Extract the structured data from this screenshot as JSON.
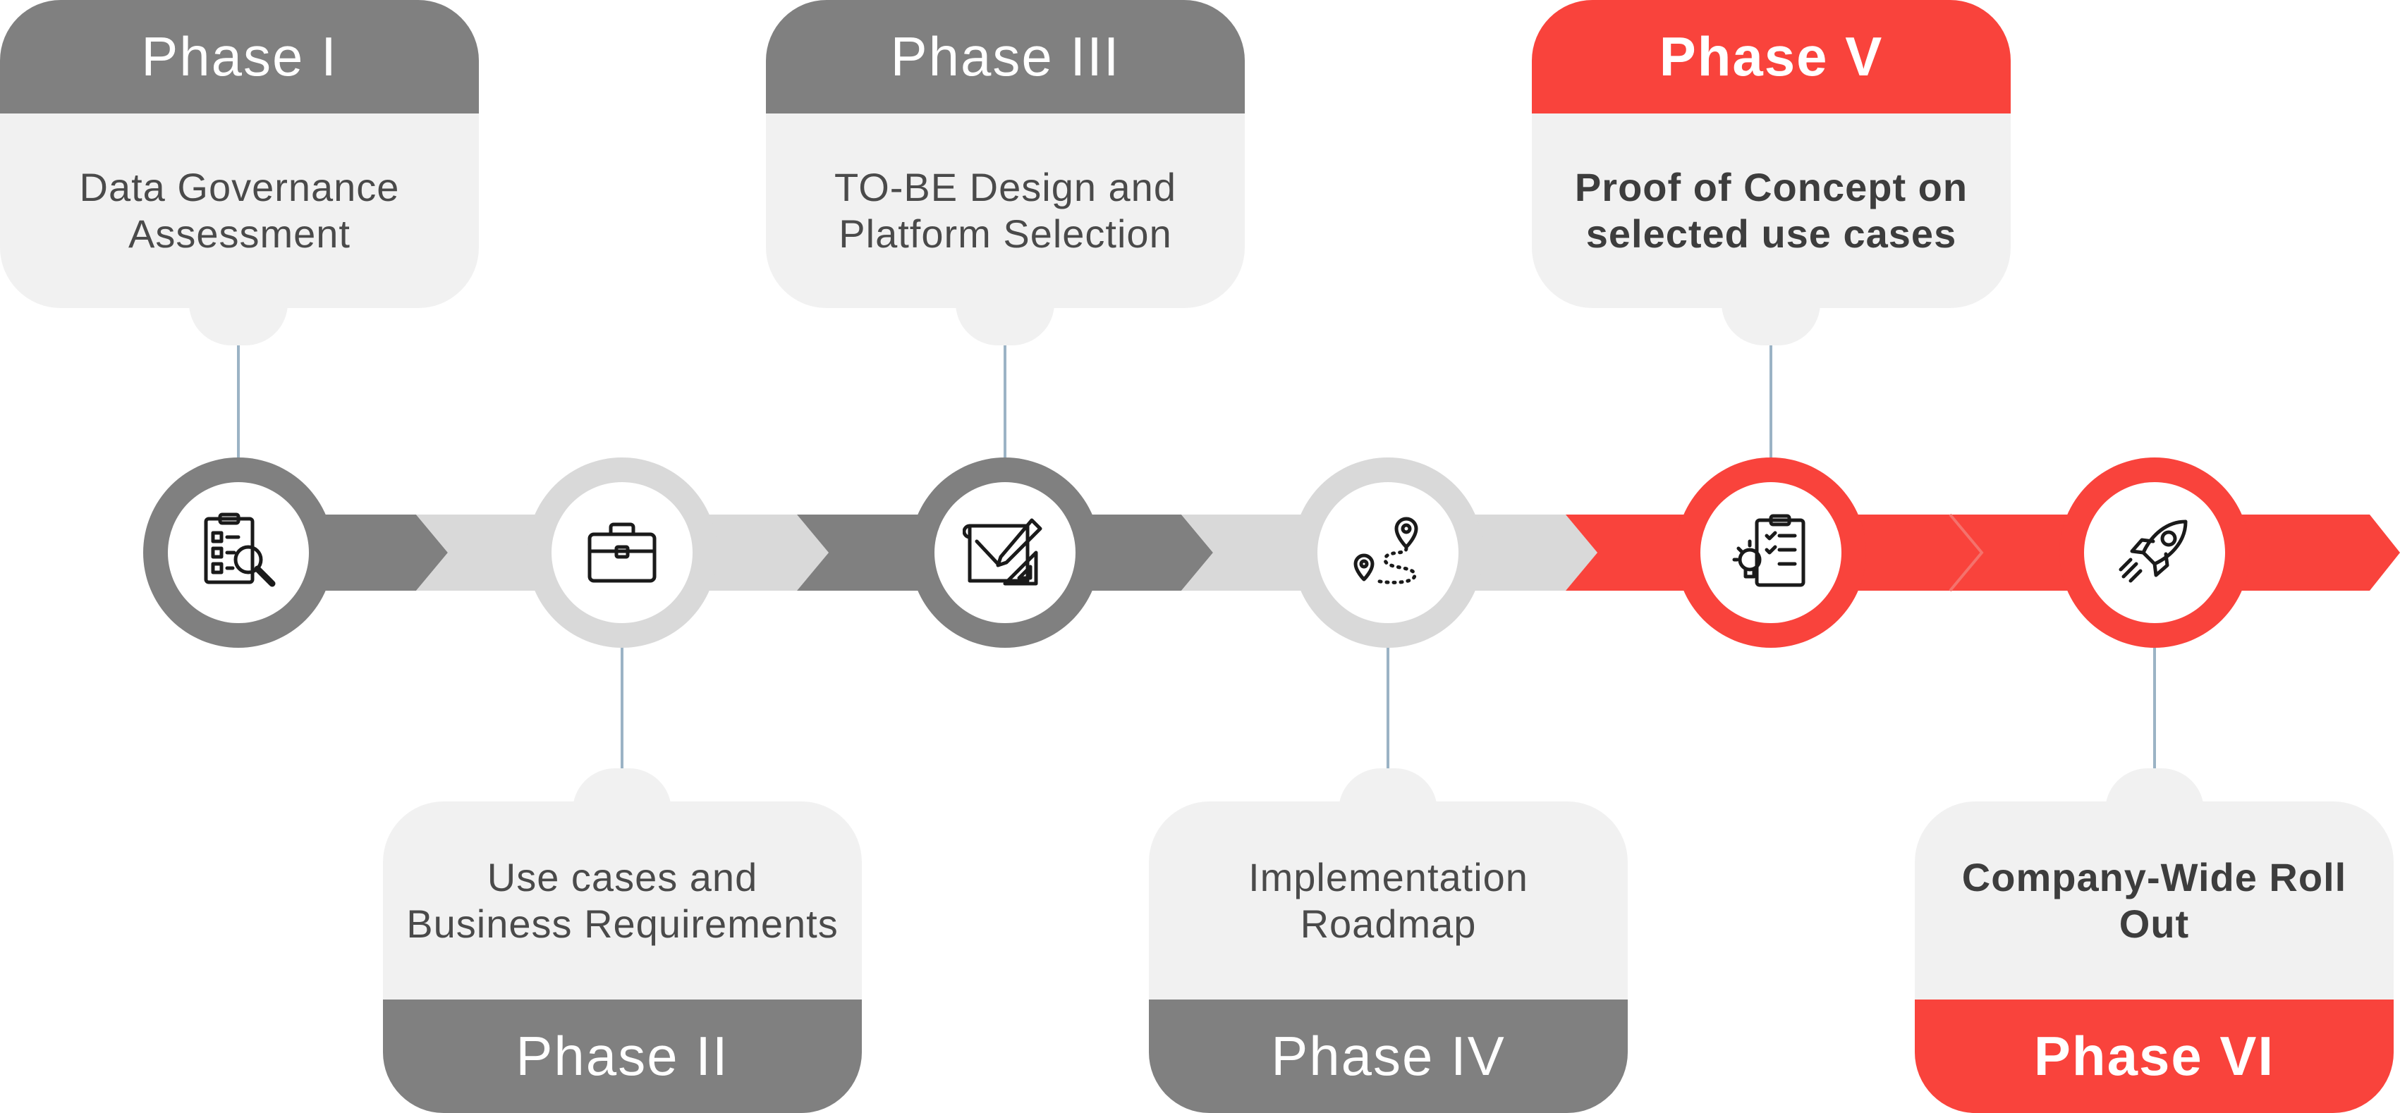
{
  "colors": {
    "gray": "#808080",
    "light_gray": "#d9d9d9",
    "card_bg": "#f1f1f1",
    "red": "#f9433c",
    "connector": "#9bb3c5"
  },
  "phases": [
    {
      "label": "Phase I",
      "description": "Data Governance Assessment",
      "icon": "checklist-magnifier-icon",
      "highlight": false
    },
    {
      "label": "Phase II",
      "description": "Use cases and Business Requirements",
      "icon": "briefcase-icon",
      "highlight": false
    },
    {
      "label": "Phase III",
      "description": "TO-BE Design and Platform Selection",
      "icon": "blueprint-ruler-pencil-icon",
      "highlight": false
    },
    {
      "label": "Phase IV",
      "description": "Implementation Roadmap",
      "icon": "route-map-pins-icon",
      "highlight": false
    },
    {
      "label": "Phase V",
      "description": "Proof of Concept on selected use cases",
      "icon": "clipboard-lightbulb-icon",
      "highlight": true
    },
    {
      "label": "Phase VI",
      "description": "Company-Wide Roll Out",
      "icon": "rocket-icon",
      "highlight": true
    }
  ]
}
